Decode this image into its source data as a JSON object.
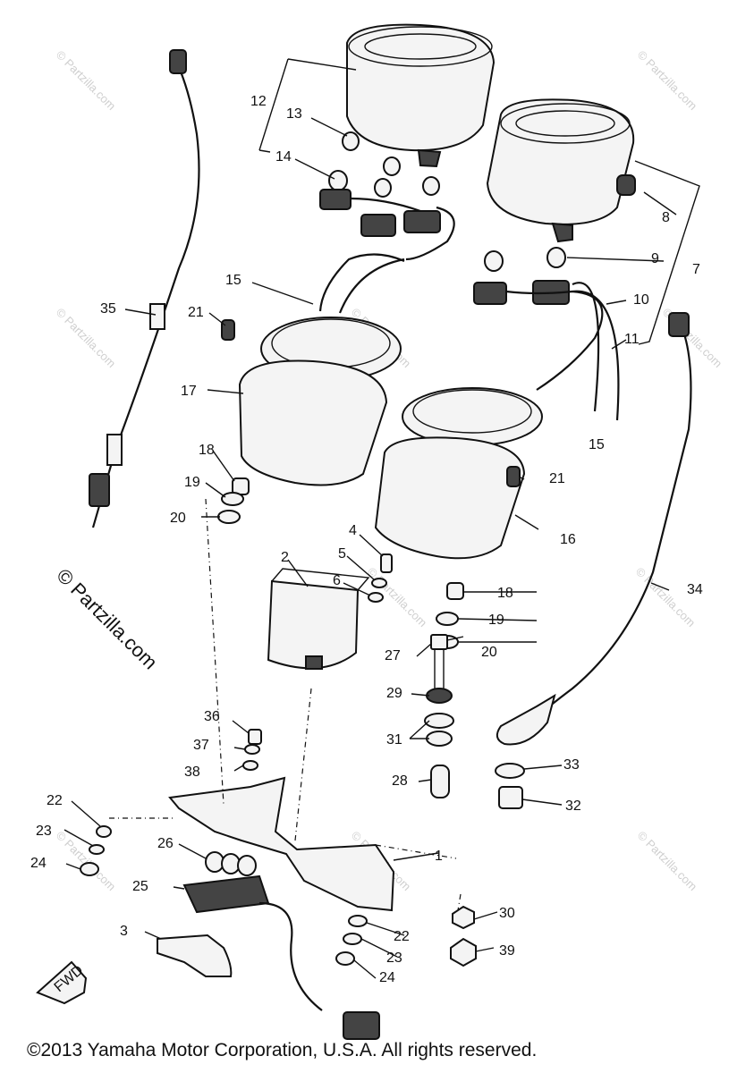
{
  "labels": [
    {
      "id": "l1",
      "text": "1"
    },
    {
      "id": "l2",
      "text": "2"
    },
    {
      "id": "l3",
      "text": "3"
    },
    {
      "id": "l4",
      "text": "4"
    },
    {
      "id": "l5",
      "text": "5"
    },
    {
      "id": "l6",
      "text": "6"
    },
    {
      "id": "l7",
      "text": "7"
    },
    {
      "id": "l8",
      "text": "8"
    },
    {
      "id": "l9",
      "text": "9"
    },
    {
      "id": "l10",
      "text": "10"
    },
    {
      "id": "l11",
      "text": "11"
    },
    {
      "id": "l12",
      "text": "12"
    },
    {
      "id": "l13",
      "text": "13"
    },
    {
      "id": "l14",
      "text": "14"
    },
    {
      "id": "l15a",
      "text": "15"
    },
    {
      "id": "l15b",
      "text": "15"
    },
    {
      "id": "l16",
      "text": "16"
    },
    {
      "id": "l17",
      "text": "17"
    },
    {
      "id": "l18a",
      "text": "18"
    },
    {
      "id": "l18b",
      "text": "18"
    },
    {
      "id": "l19a",
      "text": "19"
    },
    {
      "id": "l19b",
      "text": "19"
    },
    {
      "id": "l20a",
      "text": "20"
    },
    {
      "id": "l20b",
      "text": "20"
    },
    {
      "id": "l21a",
      "text": "21"
    },
    {
      "id": "l21b",
      "text": "21"
    },
    {
      "id": "l22a",
      "text": "22"
    },
    {
      "id": "l22b",
      "text": "22"
    },
    {
      "id": "l23a",
      "text": "23"
    },
    {
      "id": "l23b",
      "text": "23"
    },
    {
      "id": "l24a",
      "text": "24"
    },
    {
      "id": "l24b",
      "text": "24"
    },
    {
      "id": "l25",
      "text": "25"
    },
    {
      "id": "l26",
      "text": "26"
    },
    {
      "id": "l27",
      "text": "27"
    },
    {
      "id": "l28",
      "text": "28"
    },
    {
      "id": "l29",
      "text": "29"
    },
    {
      "id": "l30",
      "text": "30"
    },
    {
      "id": "l31",
      "text": "31"
    },
    {
      "id": "l32",
      "text": "32"
    },
    {
      "id": "l33",
      "text": "33"
    },
    {
      "id": "l34",
      "text": "34"
    },
    {
      "id": "l35",
      "text": "35"
    },
    {
      "id": "l36",
      "text": "36"
    },
    {
      "id": "l37",
      "text": "37"
    },
    {
      "id": "l38",
      "text": "38"
    },
    {
      "id": "l39",
      "text": "39"
    }
  ],
  "fwd_arrow_text": "FWD",
  "watermark_text": "© Partzilla.com",
  "copyright": "©2013  Yamaha Motor Corporation, U.S.A. All rights reserved."
}
